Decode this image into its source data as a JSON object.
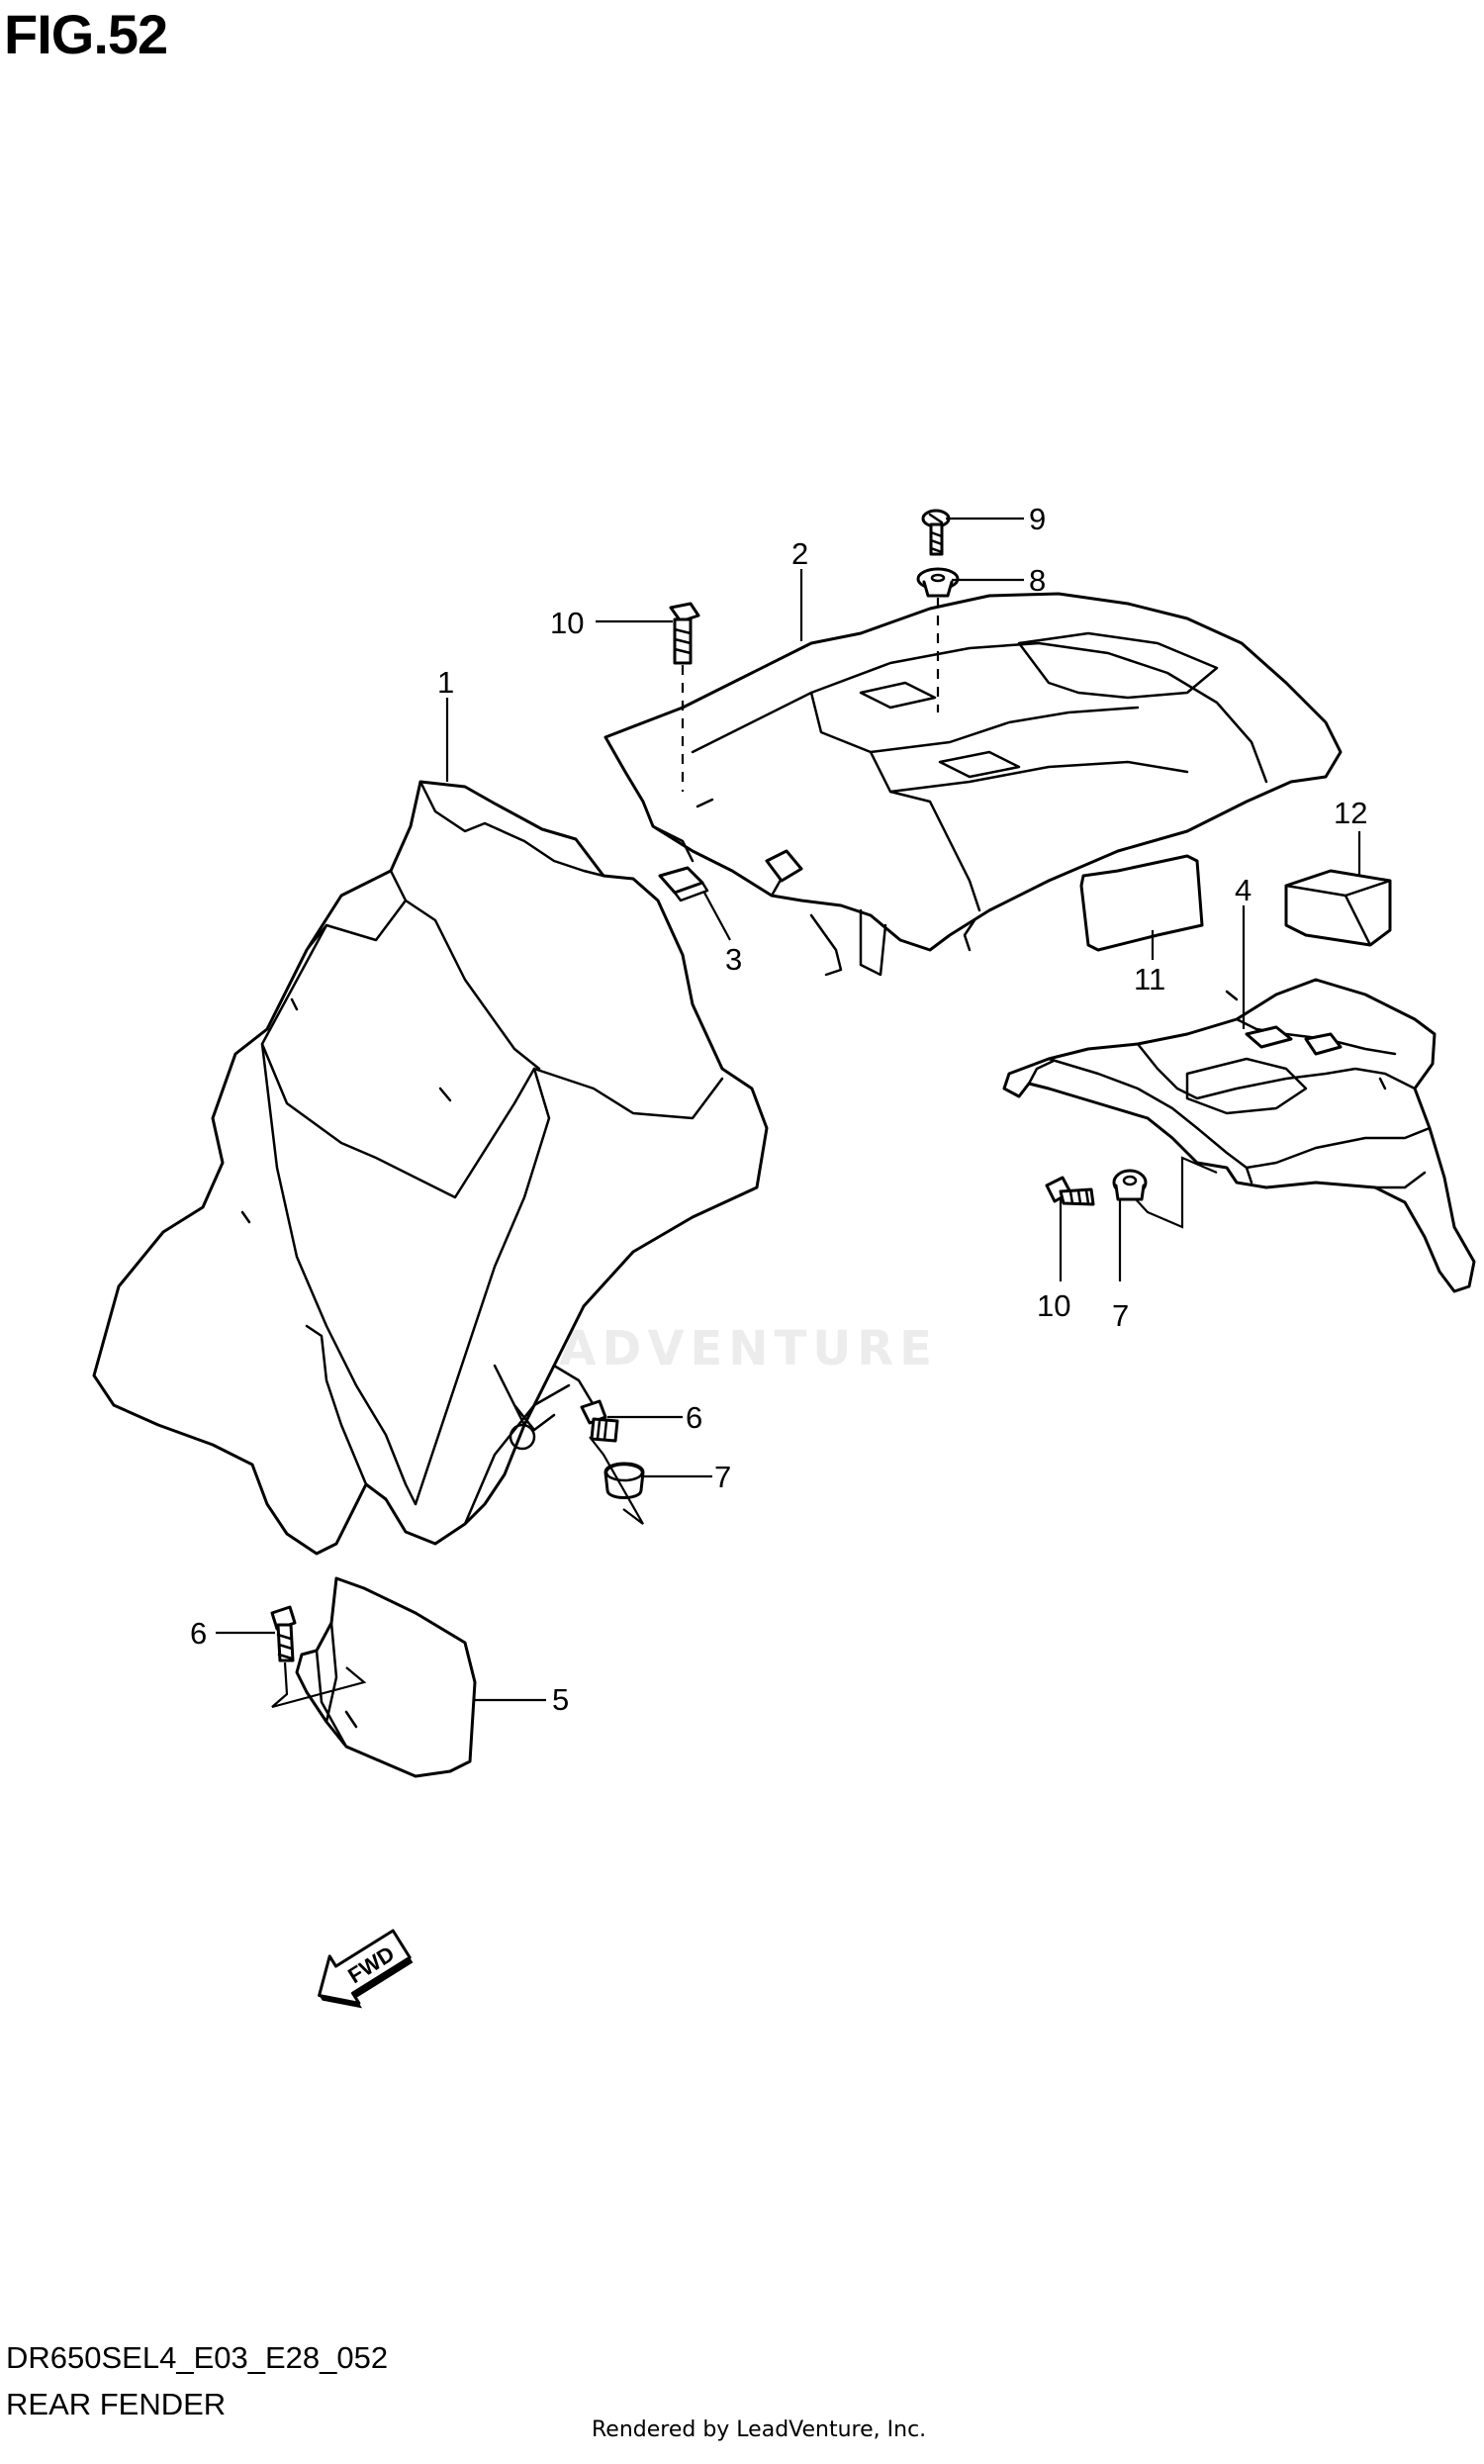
{
  "figure": {
    "title": "FIG.52"
  },
  "diagram": {
    "callouts": [
      {
        "id": "c1",
        "label": "1"
      },
      {
        "id": "c2",
        "label": "2"
      },
      {
        "id": "c3",
        "label": "3"
      },
      {
        "id": "c4",
        "label": "4"
      },
      {
        "id": "c5",
        "label": "5"
      },
      {
        "id": "c6a",
        "label": "6"
      },
      {
        "id": "c6b",
        "label": "6"
      },
      {
        "id": "c7a",
        "label": "7"
      },
      {
        "id": "c7b",
        "label": "7"
      },
      {
        "id": "c8",
        "label": "8"
      },
      {
        "id": "c9",
        "label": "9"
      },
      {
        "id": "c10a",
        "label": "10"
      },
      {
        "id": "c10b",
        "label": "10"
      },
      {
        "id": "c11",
        "label": "11"
      },
      {
        "id": "c12",
        "label": "12"
      }
    ],
    "fwd_label": "FWD"
  },
  "footer": {
    "code": "DR650SEL4_E03_E28_052",
    "name": "REAR FENDER",
    "rendered_by": "Rendered by LeadVenture, Inc."
  },
  "watermark": "LEADVENTURE"
}
